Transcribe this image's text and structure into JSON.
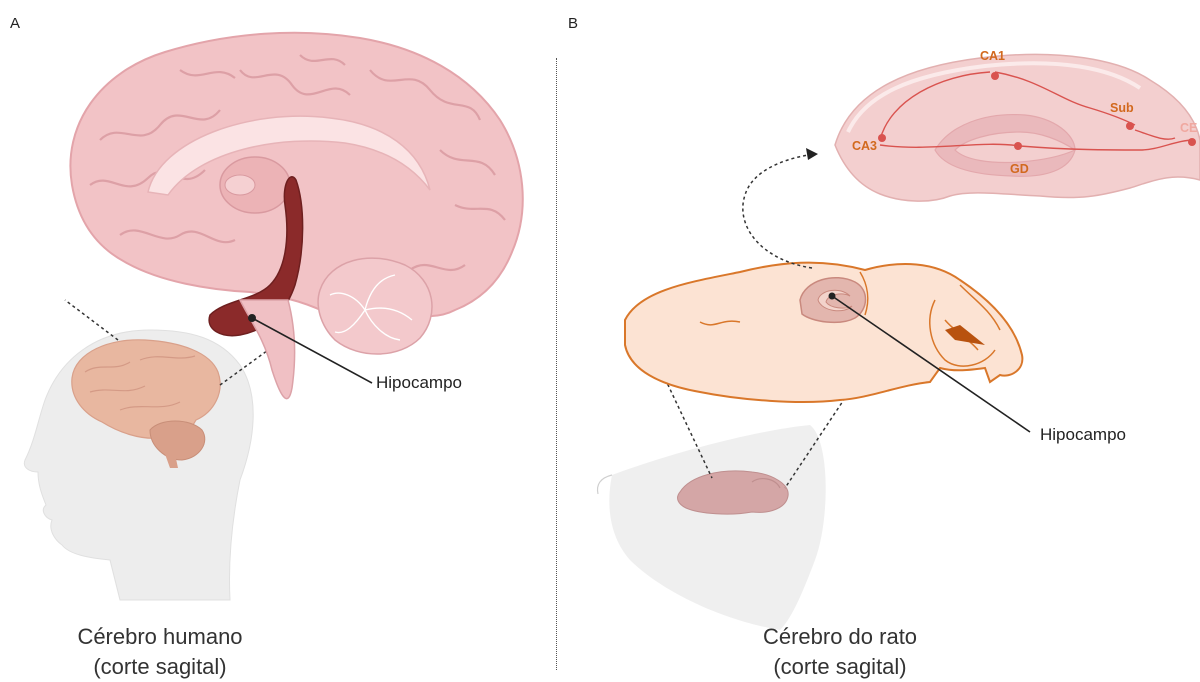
{
  "panel_a": {
    "letter": "A",
    "callout": "Hipocampo",
    "caption_line1": "Cérebro humano",
    "caption_line2": "(corte sagital)"
  },
  "panel_b": {
    "letter": "B",
    "callout": "Hipocampo",
    "caption_line1": "Cérebro do rato",
    "caption_line2": "(corte sagital)",
    "regions": {
      "ca1": "CA1",
      "ca3": "CA3",
      "sub": "Sub",
      "gd": "GD",
      "ce": "CE"
    }
  },
  "colors": {
    "human_brain": "#f2c3c6",
    "hippocampus_human": "#8b2a2a",
    "mouse_brain": "#fce3d3",
    "mouse_outline": "#d9772a",
    "region_label": "#d2691e"
  }
}
